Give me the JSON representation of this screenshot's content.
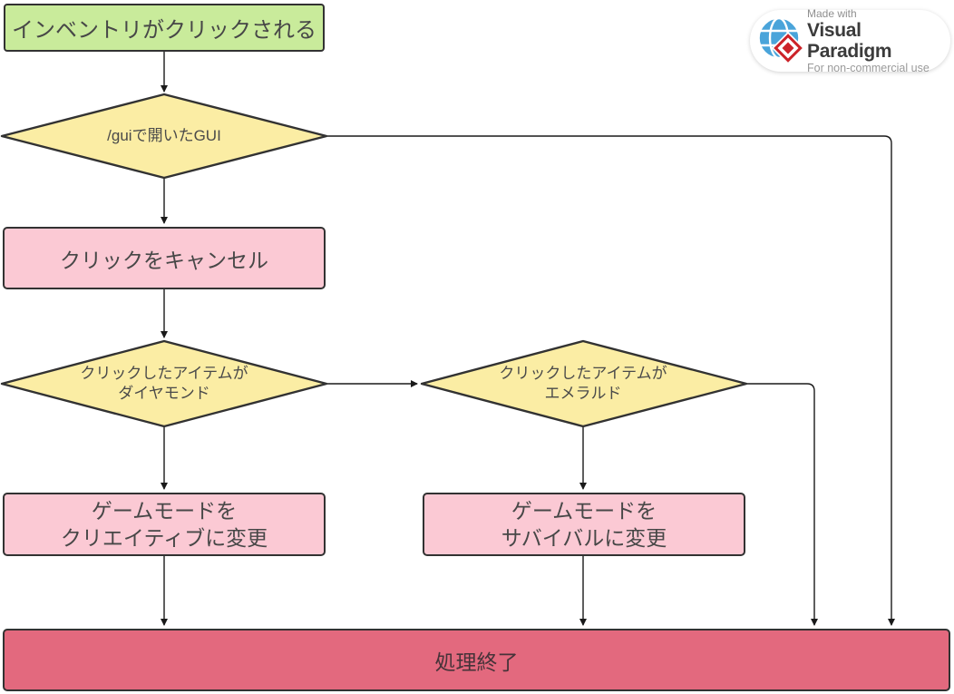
{
  "flowchart": {
    "start": {
      "label": "インベントリがクリックされる"
    },
    "decision_gui": {
      "label": "/guiで開いたGUI"
    },
    "process_cancel_click": {
      "label": "クリックをキャンセル"
    },
    "decision_item_diamond": {
      "line1": "クリックしたアイテムが",
      "line2": "ダイヤモンド"
    },
    "decision_item_emerald": {
      "line1": "クリックしたアイテムが",
      "line2": "エメラルド"
    },
    "process_gamemode_creative": {
      "line1": "ゲームモードを",
      "line2": "クリエイティブに変更"
    },
    "process_gamemode_survival": {
      "line1": "ゲームモードを",
      "line2": "サバイバルに変更"
    },
    "end": {
      "label": "処理終了"
    }
  },
  "colors": {
    "start_fill": "#c9eb9b",
    "decision_fill": "#fbeda4",
    "process_fill": "#fbc9d4",
    "end_fill": "#e3697e",
    "shape_border": "#323232",
    "connector": "#1a1a1a",
    "text": "#474747"
  },
  "watermark": {
    "made_with": "Made with",
    "brand": "Visual Paradigm",
    "license": "For non-commercial use"
  }
}
